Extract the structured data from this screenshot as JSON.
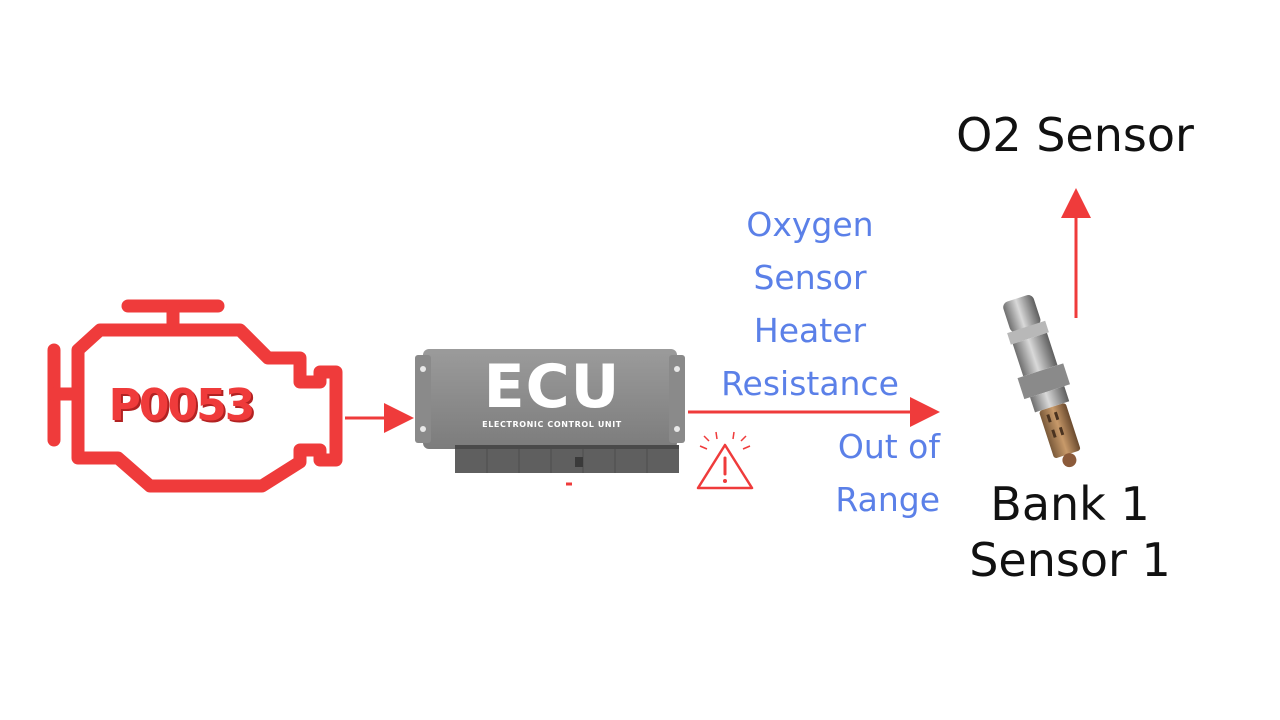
{
  "engine": {
    "code": "P0053"
  },
  "ecu": {
    "title": "ECU",
    "subtitle": "ELECTRONIC CONTROL UNIT"
  },
  "signal": {
    "lines": [
      "Oxygen",
      "Sensor",
      "Heater",
      "Resistance"
    ],
    "status_lines": [
      "Out of",
      "Range"
    ]
  },
  "sensor": {
    "title": "O2 Sensor",
    "location_lines": [
      "Bank 1",
      "Sensor 1"
    ]
  },
  "colors": {
    "accent": "#ef3b3b",
    "info": "#5b80e8",
    "ecu": "#8e8e8e",
    "text": "#111111"
  },
  "icons": [
    "check-engine-icon",
    "ecu-module-icon",
    "warning-triangle-icon",
    "oxygen-sensor-icon"
  ]
}
